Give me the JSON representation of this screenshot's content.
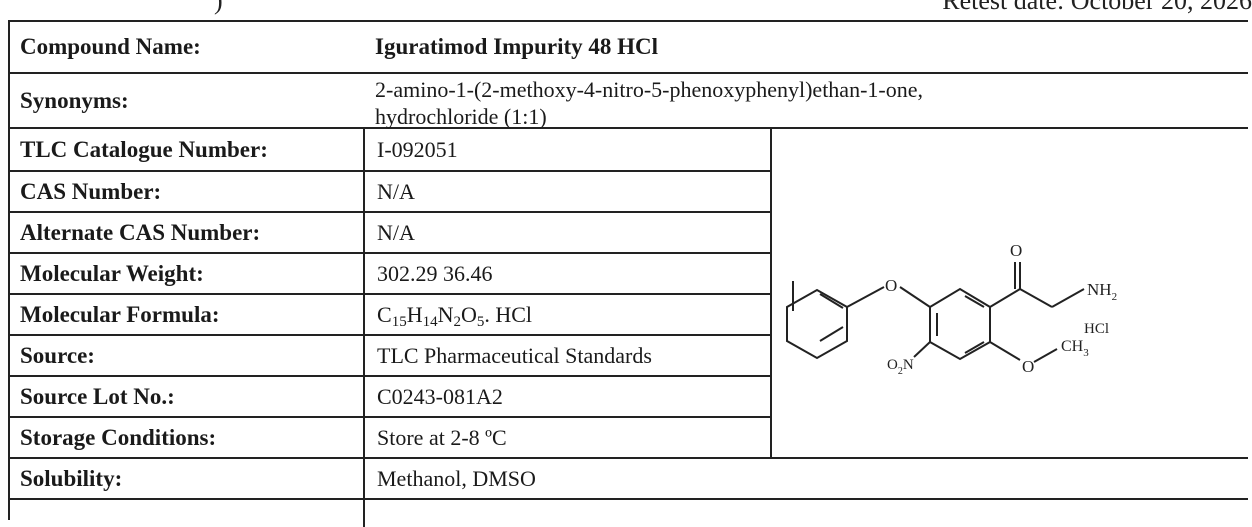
{
  "header": {
    "left_fragment": ")",
    "retest_text": "Retest date: October 20, 2026"
  },
  "rows": [
    {
      "label": "Compound Name:",
      "value": "Iguratimod Impurity 48 HCl"
    },
    {
      "label": "Synonyms:",
      "value": "2-amino-1-(2-methoxy-4-nitro-5-phenoxyphenyl)ethan-1-one,",
      "value2": "hydrochloride (1:1)"
    },
    {
      "label": "TLC Catalogue Number:",
      "value": "I-092051"
    },
    {
      "label": "CAS Number:",
      "value": "N/A"
    },
    {
      "label": "Alternate CAS Number:",
      "value": "N/A"
    },
    {
      "label": "Molecular Weight:",
      "value": "302.29 36.46"
    },
    {
      "label": "Molecular Formula:",
      "formula": {
        "c": "15",
        "h": "14",
        "n": "2",
        "o": "5",
        "suffix": ". HCl"
      }
    },
    {
      "label": "Source:",
      "value": "TLC Pharmaceutical Standards"
    },
    {
      "label": "Source Lot No.:",
      "value": "C0243-081A2"
    },
    {
      "label": "Storage Conditions:",
      "value": "Store at 2-8 ºC"
    },
    {
      "label": "Solubility:",
      "value": "Methanol, DMSO"
    }
  ],
  "structure": {
    "o_ketone": "O",
    "o_ether": "O",
    "o_methoxy": "O",
    "nh2": "NH",
    "nh2_sub": "2",
    "ch3": "CH",
    "ch3_sub": "3",
    "no2": "O",
    "no2_sub": "2",
    "no2_n": "N",
    "salt": "HCl"
  }
}
